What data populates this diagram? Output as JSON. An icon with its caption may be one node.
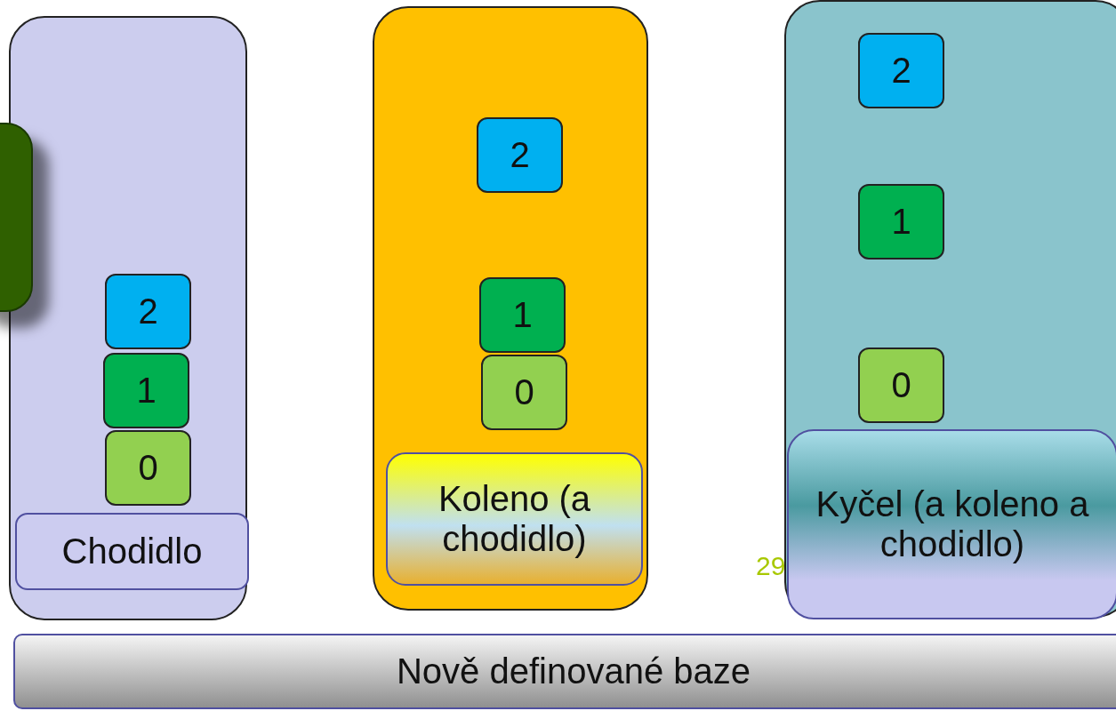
{
  "diagram": {
    "nodes": [
      {
        "text": [],
        "shape": "box"
      },
      {
        "text": [],
        "shape": "box"
      },
      {
        "text": [
          "2"
        ],
        "in": 1
      },
      {
        "text": [
          "1"
        ],
        "in": 1
      },
      {
        "text": [
          "0"
        ],
        "in": 1
      },
      {
        "text": [
          "Chodidlo"
        ],
        "in": 1
      },
      {
        "text": [],
        "shape": "box"
      },
      {
        "text": [
          "2"
        ],
        "in": 6
      },
      {
        "text": [
          "1"
        ],
        "in": 6
      },
      {
        "text": [
          "0"
        ],
        "in": 6
      },
      {
        "text": [
          "Koleno (a chodidlo)"
        ],
        "in": 6
      },
      {
        "text": [],
        "shape": "box"
      },
      {
        "text": [
          "2"
        ],
        "in": 11
      },
      {
        "text": [
          "1"
        ],
        "in": 11
      },
      {
        "text": [
          "0"
        ],
        "in": 11
      },
      {
        "text": [
          "Kyčel (a koleno a chodidlo)"
        ],
        "in": 11
      },
      {
        "text": [
          "Nově definované baze"
        ]
      }
    ],
    "edges": [],
    "labels": [
      "29"
    ]
  }
}
